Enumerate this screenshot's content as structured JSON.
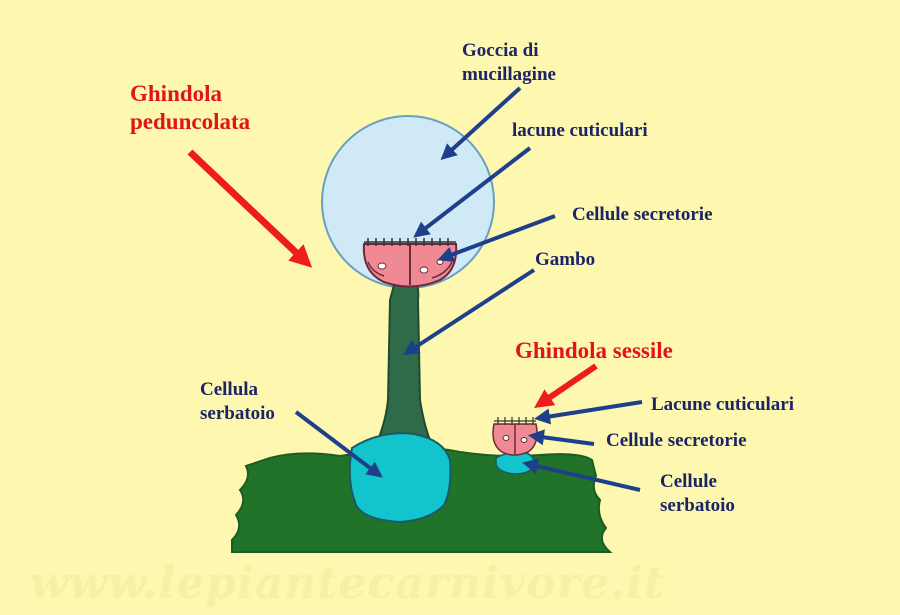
{
  "title_peduncolata": [
    "Ghindola",
    "peduncolata"
  ],
  "title_sessile": "Ghindola sessile",
  "labels": {
    "goccia": [
      "Goccia di",
      "mucillagine"
    ],
    "lacune": "lacune cuticulari",
    "secretorie": "Cellule secretorie",
    "gambo": "Gambo",
    "serbatoio": [
      "Cellula",
      "serbatoio"
    ],
    "lacune_sessile": "Lacune cuticulari",
    "secretorie_sessile": "Cellule secretorie",
    "serbatoio_sessile": [
      "Cellule",
      "serbatoio"
    ]
  },
  "watermark": "www.lepiantecarnivore.it",
  "colors": {
    "background": "#fdf7b0",
    "tissue": "#22732a",
    "stalk": "#2f6b48",
    "droplet": "#cfe9f6",
    "reservoir": "#12c4cc",
    "secretory": "#ef8a94",
    "arrow_blue": "#1e3f8a",
    "arrow_red": "#ee1c1c"
  }
}
